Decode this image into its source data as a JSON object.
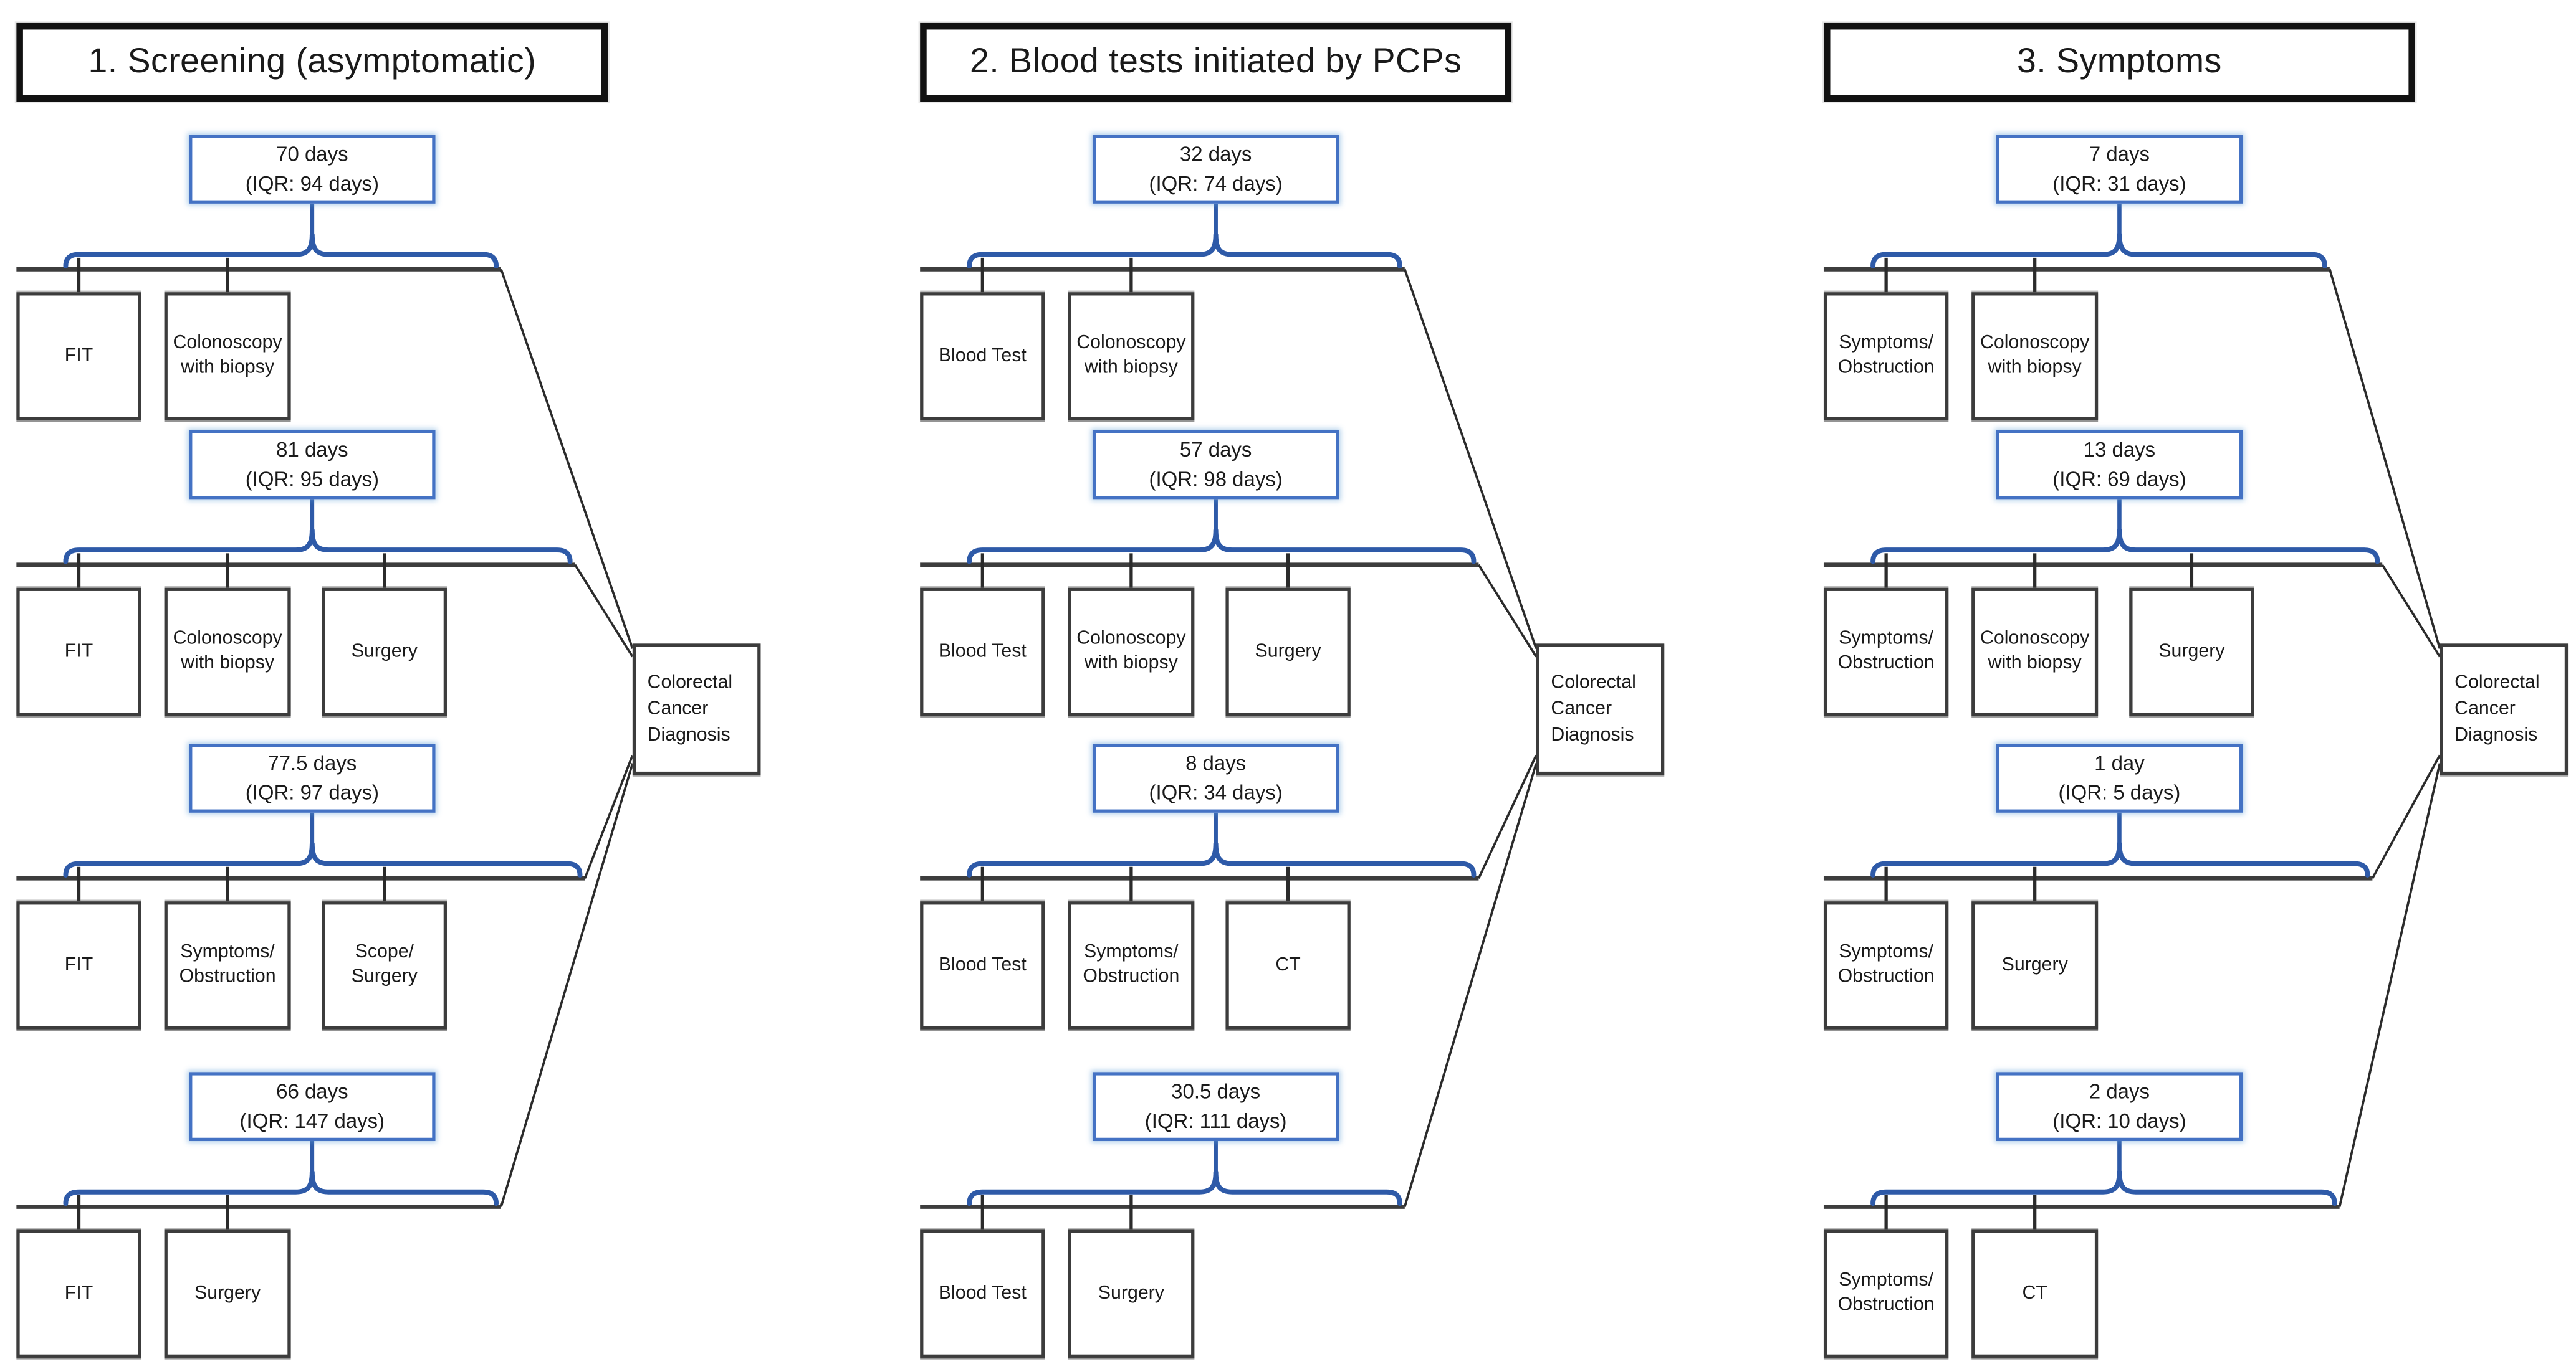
{
  "diagnosis": "Colorectal\nCancer\nDiagnosis",
  "colors": {
    "accent_blue": "#4472c4",
    "brace_blue": "#2e5aa8",
    "box_border": "#3c3c3c",
    "connector": "#2b2b2b",
    "timeline": "#3d3d3d",
    "title_border": "#111111",
    "text": "#1a1a1a",
    "background": "#ffffff"
  },
  "columns": [
    {
      "title": "1. Screening (asymptomatic)",
      "rows": [
        {
          "duration": "70 days",
          "iqr": "(IQR: 94 days)",
          "boxes": [
            "FIT",
            "Colonoscopy\nwith biopsy"
          ]
        },
        {
          "duration": "81 days",
          "iqr": "(IQR: 95 days)",
          "boxes": [
            "FIT",
            "Colonoscopy\nwith biopsy",
            "Surgery"
          ]
        },
        {
          "duration": "77.5 days",
          "iqr": "(IQR: 97 days)",
          "boxes": [
            "FIT",
            "Symptoms/\nObstruction",
            "Scope/\nSurgery"
          ]
        },
        {
          "duration": "66 days",
          "iqr": "(IQR: 147 days)",
          "boxes": [
            "FIT",
            "Surgery"
          ]
        }
      ]
    },
    {
      "title": "2. Blood tests initiated by PCPs",
      "rows": [
        {
          "duration": "32 days",
          "iqr": "(IQR: 74 days)",
          "boxes": [
            "Blood Test",
            "Colonoscopy\nwith biopsy"
          ]
        },
        {
          "duration": "57 days",
          "iqr": "(IQR: 98 days)",
          "boxes": [
            "Blood Test",
            "Colonoscopy\nwith biopsy",
            "Surgery"
          ]
        },
        {
          "duration": "8 days",
          "iqr": "(IQR: 34 days)",
          "boxes": [
            "Blood Test",
            "Symptoms/\nObstruction",
            "CT"
          ]
        },
        {
          "duration": "30.5 days",
          "iqr": "(IQR: 111 days)",
          "boxes": [
            "Blood Test",
            "Surgery"
          ]
        }
      ]
    },
    {
      "title": "3. Symptoms",
      "rows": [
        {
          "duration": "7 days",
          "iqr": "(IQR: 31 days)",
          "boxes": [
            "Symptoms/\nObstruction",
            "Colonoscopy\nwith biopsy"
          ]
        },
        {
          "duration": "13 days",
          "iqr": "(IQR: 69 days)",
          "boxes": [
            "Symptoms/\nObstruction",
            "Colonoscopy\nwith biopsy",
            "Surgery"
          ]
        },
        {
          "duration": "1 day",
          "iqr": "(IQR: 5 days)",
          "boxes": [
            "Symptoms/\nObstruction",
            "Surgery"
          ]
        },
        {
          "duration": "2 days",
          "iqr": "(IQR: 10 days)",
          "boxes": [
            "Symptoms/\nObstruction",
            "CT"
          ]
        }
      ]
    }
  ]
}
